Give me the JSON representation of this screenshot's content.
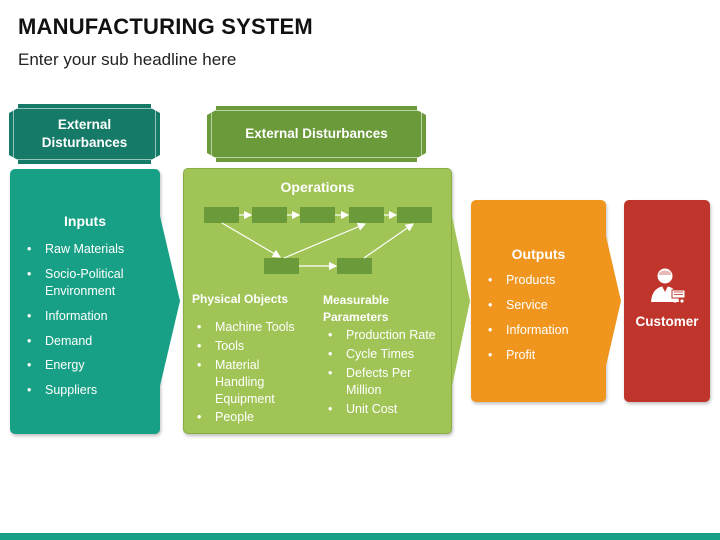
{
  "header": {
    "title": "MANUFACTURING SYSTEM",
    "subtitle": "Enter your sub headline here"
  },
  "banners": {
    "left": "External Disturbances",
    "center": "External Disturbances"
  },
  "inputs": {
    "heading": "Inputs",
    "items": [
      "Raw Materials",
      "Socio-Political Environment",
      "Information",
      "Demand",
      "Energy",
      "Suppliers"
    ]
  },
  "operations": {
    "heading": "Operations",
    "physical_heading": "Physical Objects",
    "physical_items": [
      "Machine Tools",
      "Tools",
      "Material Handling Equipment",
      "People"
    ],
    "measurable_heading": "Measurable Parameters",
    "measurable_items": [
      "Production Rate",
      "Cycle Times",
      "Defects Per Million",
      "Unit Cost"
    ]
  },
  "outputs": {
    "heading": "Outputs",
    "items": [
      "Products",
      "Service",
      "Information",
      "Profit"
    ]
  },
  "customer": {
    "label": "Customer",
    "icon": "customer-cart-icon"
  },
  "colors": {
    "teal": "#17a085",
    "dark_teal": "#157a67",
    "green": "#a0c456",
    "dark_green": "#6a9a3a",
    "orange": "#f0961f",
    "red": "#c0352b",
    "footer": "#17a085"
  }
}
